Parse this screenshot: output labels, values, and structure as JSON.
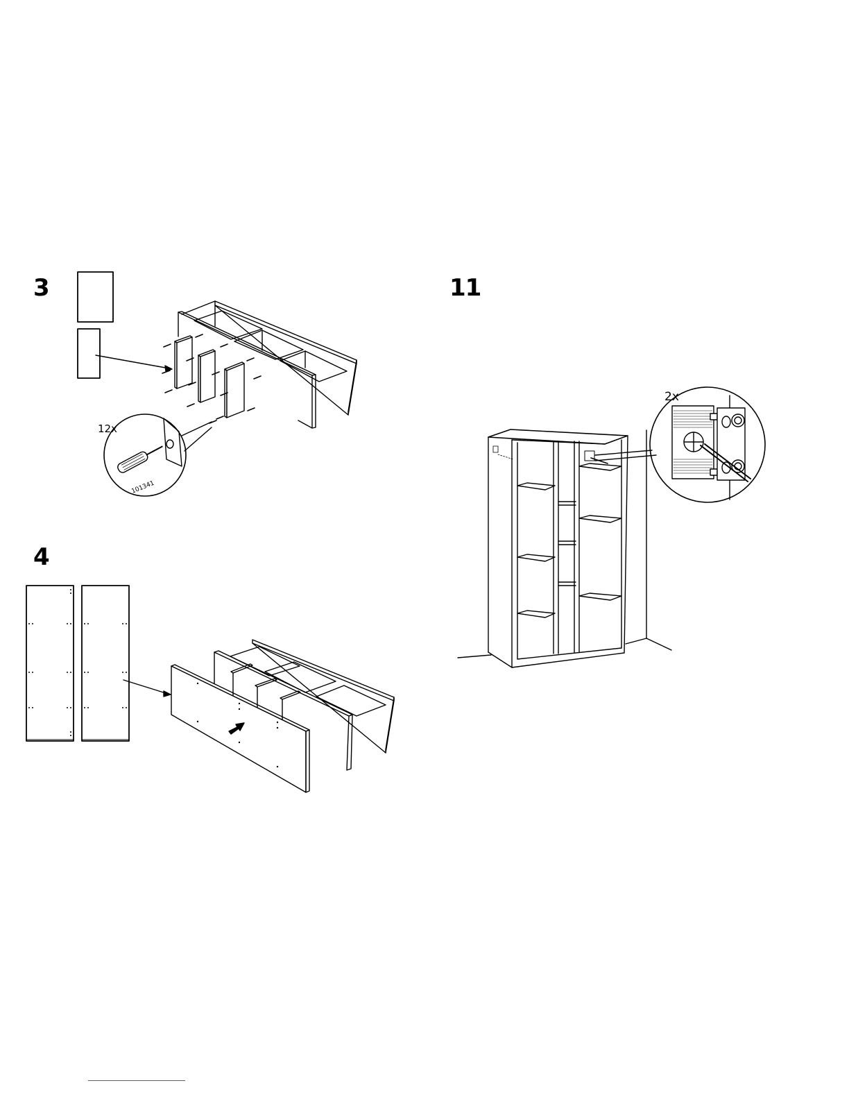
{
  "steps": {
    "step3": {
      "number": "3",
      "quantity": "12x",
      "tool_code": "101341"
    },
    "step4": {
      "number": "4"
    },
    "step11": {
      "number": "11",
      "quantity": "2x"
    }
  }
}
